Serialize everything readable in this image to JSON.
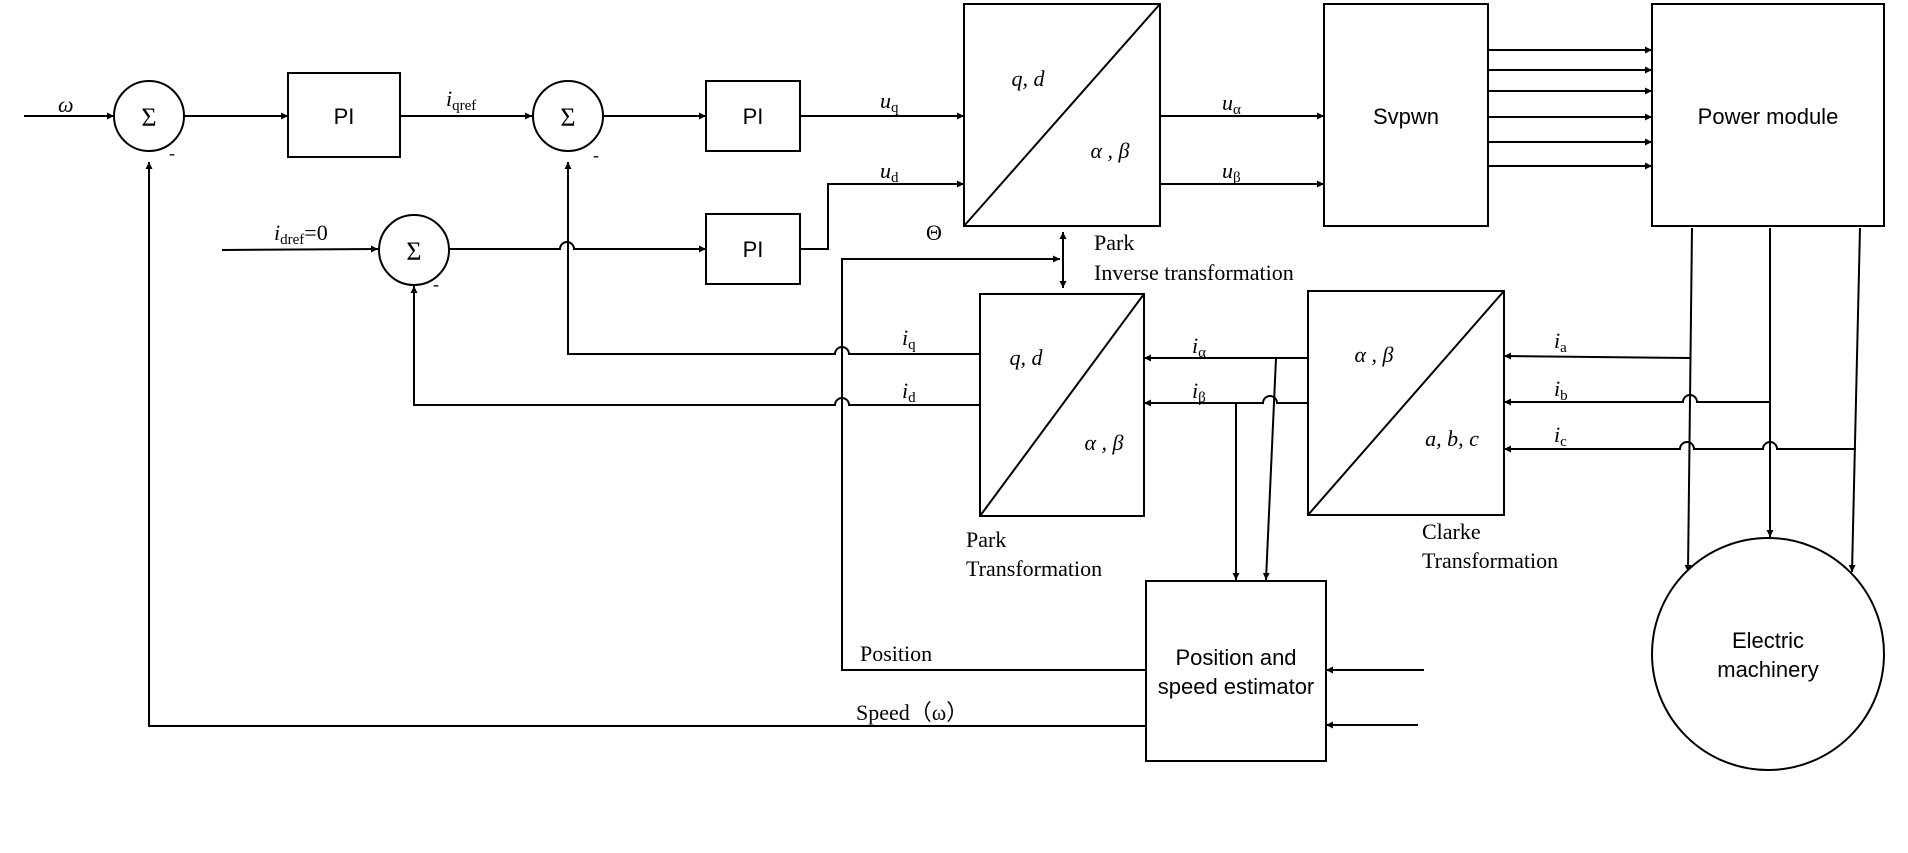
{
  "blocks": {
    "pi_speed": "PI",
    "pi_q": "PI",
    "pi_d": "PI",
    "sum_symbol": "Σ",
    "minus": "-",
    "svpwm": "Svpwn",
    "power_module": "Power module",
    "machine_line1": "Electric",
    "machine_line2": "machinery",
    "estimator_line1": "Position and",
    "estimator_line2": "speed estimator",
    "inv_park_top": "q, d",
    "inv_park_bottom": "α , β",
    "park_top": "q, d",
    "park_bottom": "α , β",
    "clarke_top": "α , β",
    "clarke_bottom": "a, b, c"
  },
  "labels": {
    "omega": "ω",
    "iqref_main": "i",
    "iqref_sub": "qref",
    "idref_main": "i",
    "idref_sub": "dref",
    "idref_value": "=0",
    "uq_main": "u",
    "uq_sub": "q",
    "ud_main": "u",
    "ud_sub": "d",
    "ualpha_main": "u",
    "ualpha_sub": "α",
    "ubeta_main": "u",
    "ubeta_sub": "β",
    "theta": "Θ",
    "park_inv_line1": "Park",
    "park_inv_line2": "Inverse transformation",
    "iq_main": "i",
    "iq_sub": "q",
    "id_main": "i",
    "id_sub": "d",
    "ialpha_main": "i",
    "ialpha_sub": "α",
    "ibeta_main": "i",
    "ibeta_sub": "β",
    "ia_main": "i",
    "ia_sub": "a",
    "ib_main": "i",
    "ib_sub": "b",
    "ic_main": "i",
    "ic_sub": "c",
    "park_line1": "Park",
    "park_line2": "Transformation",
    "clarke_line1": "Clarke",
    "clarke_line2": "Transformation",
    "position": "Position",
    "speed": "Speed（ω）"
  }
}
